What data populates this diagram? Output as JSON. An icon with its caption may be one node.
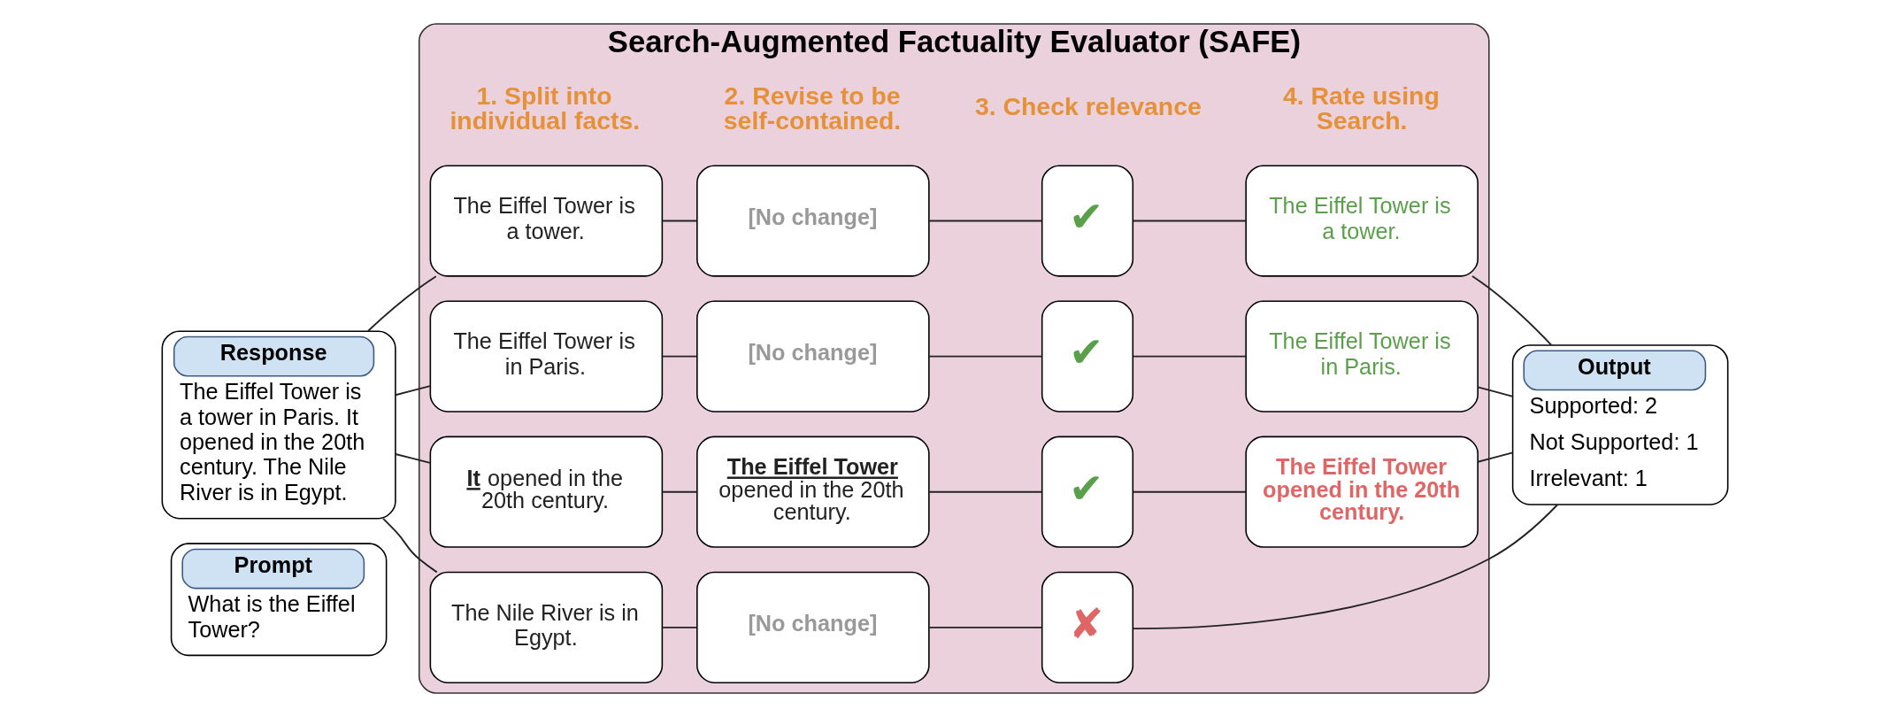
{
  "diagram": {
    "nodes": [
      {
        "text": [
          "Prompt",
          "What is the Eiffel Tower?"
        ]
      },
      {
        "text": [
          "Response",
          "The Eiffel Tower is a tower in Paris. It opened in the 20th century. The Nile River is in Egypt."
        ]
      },
      {
        "text": [
          "Search-Augmented Factuality Evaluator (SAFE)"
        ]
      },
      {
        "text": [
          "The Eiffel Tower is a tower."
        ],
        "in": 2
      },
      {
        "text": [
          "[No change]"
        ],
        "in": 2
      },
      {
        "text": [
          "✔"
        ],
        "in": 2
      },
      {
        "text": [
          "The Eiffel Tower is a tower."
        ],
        "in": 2
      },
      {
        "text": [
          "The Eiffel Tower is in Paris."
        ],
        "in": 2
      },
      {
        "text": [
          "[No change]"
        ],
        "in": 2
      },
      {
        "text": [
          "✔"
        ],
        "in": 2
      },
      {
        "text": [
          "The Eiffel Tower is in Paris."
        ],
        "in": 2
      },
      {
        "text": [
          "**It** opened in the 20th century."
        ],
        "in": 2
      },
      {
        "text": [
          "**The Eiffel Tower** opened in the 20th century."
        ],
        "in": 2
      },
      {
        "text": [
          "✔"
        ],
        "in": 2
      },
      {
        "text": [
          "The Eiffel Tower opened in the 20th century."
        ],
        "in": 2
      },
      {
        "text": [
          "The Nile River is in Egypt."
        ],
        "in": 2
      },
      {
        "text": [
          "[No change]"
        ],
        "in": 2
      },
      {
        "text": [
          "✘"
        ],
        "in": 2
      },
      {
        "text": [
          "Output",
          "Supported: 2",
          "Not Supported: 1",
          "Irrelevant: 1"
        ]
      }
    ],
    "edges": [
      {
        "from": 1,
        "to": 3,
        "arrow": "none"
      },
      {
        "from": 1,
        "to": 7,
        "arrow": "none"
      },
      {
        "from": 1,
        "to": 11,
        "arrow": "none"
      },
      {
        "from": 1,
        "to": 15,
        "arrow": "none"
      },
      {
        "from": 3,
        "to": 4,
        "arrow": "none"
      },
      {
        "from": 4,
        "to": 5,
        "arrow": "none"
      },
      {
        "from": 5,
        "to": 6,
        "arrow": "none"
      },
      {
        "from": 7,
        "to": 8,
        "arrow": "none"
      },
      {
        "from": 8,
        "to": 9,
        "arrow": "none"
      },
      {
        "from": 9,
        "to": 10,
        "arrow": "none"
      },
      {
        "from": 11,
        "to": 12,
        "arrow": "none"
      },
      {
        "from": 12,
        "to": 13,
        "arrow": "none"
      },
      {
        "from": 13,
        "to": 14,
        "arrow": "none"
      },
      {
        "from": 15,
        "to": 16,
        "arrow": "none"
      },
      {
        "from": 16,
        "to": 17,
        "arrow": "none"
      },
      {
        "from": 6,
        "to": 18,
        "arrow": "none"
      },
      {
        "from": 10,
        "to": 18,
        "arrow": "none"
      },
      {
        "from": 14,
        "to": 18,
        "arrow": "none"
      },
      {
        "from": 17,
        "to": 18,
        "arrow": "none"
      }
    ],
    "labels": [
      "1. Split into individual facts.",
      "2. Revise to be self-contained.",
      "3. Check relevance",
      "4. Rate using Search."
    ]
  }
}
